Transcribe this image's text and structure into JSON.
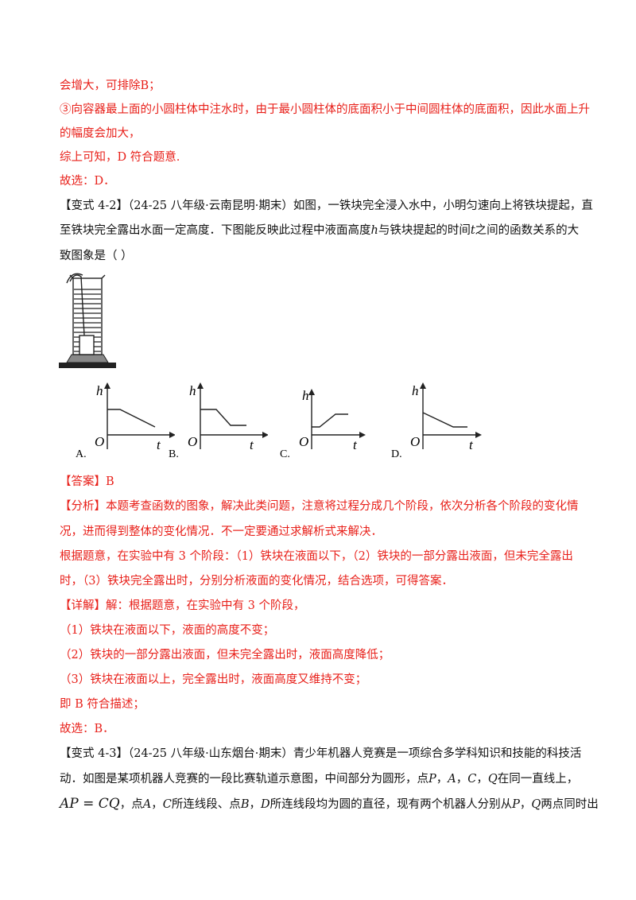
{
  "lines": {
    "l1": "会增大，可排除B；",
    "l2": "③向容器最上面的小圆柱体中注水时，由于最小圆柱体的底面积小于中间圆柱体的底面积，因此水面上升",
    "l3": "的幅度会加大，",
    "l4": "综上可知，D 符合题意.",
    "l5": "故选：D．"
  },
  "q42": {
    "tag": "【变式 4-2】",
    "source": "（24-25 八年级·云南昆明·期末）",
    "text1": "如图，一铁块完全浸入水中，小明匀速向上将铁块提起，直",
    "text2a": "至铁块完全露出水面一定高度．下图能反映此过程中液面高度",
    "h": "h",
    "text2b": "与铁块提起的时间",
    "t": "t",
    "text2c": "之间的函数关系的大",
    "text3": "致图象是（      ）"
  },
  "options": {
    "A": "A.",
    "B": "B.",
    "C": "C.",
    "D": "D.",
    "axis_h": "h",
    "axis_t": "t",
    "origin": "O"
  },
  "answer": {
    "tag": "【答案】",
    "value": "B"
  },
  "analysis": {
    "tag": "【分析】",
    "text1": "本题考查函数的图象，解决此类问题，注意将过程分成几个阶段，依次分析各个阶段的变化情",
    "text2": "况，进而得到整体的变化情况．不一定要通过求解析式来解决．",
    "text3": "根据题意，在实验中有 3 个阶段：（1）铁块在液面以下，（2）铁块的一部分露出液面，但未完全露出",
    "text4": "时，（3）铁块完全露出时，分别分析液面的变化情况，结合选项，可得答案．"
  },
  "detail": {
    "tag": "【详解】",
    "text1": "解：根据题意，在实验中有 3 个阶段，",
    "s1": "（1）铁块在液面以下，液面的高度不变；",
    "s2": "（2）铁块的一部分露出液面，但未完全露出时，液面高度降低；",
    "s3": "（3）铁块在液面以上，完全露出时，液面高度又维持不变；",
    "conclusion": "即 B 符合描述；",
    "choose": "故选：B．"
  },
  "q43": {
    "tag": "【变式 4-3】",
    "source": "（24-25 八年级·山东烟台·期末）",
    "text1": "青少年机器人竞赛是一项综合多学科知识和技能的科技活",
    "text2a": "动．如图是某项机器人竞赛的一段比赛轨道示意图，中间部分为圆形，点",
    "P": "P",
    "sep": "，",
    "A": "A",
    "C": "C",
    "Q": "Q",
    "text2b": "在同一直线上，",
    "eq": "AP = CQ",
    "text3a": "，点",
    "text3b": "所连线段、点",
    "B": "B",
    "D": "D",
    "text3c": "所连线段均为圆的直径，现有两个机器人分别从",
    "text3d": "两点同时出"
  }
}
